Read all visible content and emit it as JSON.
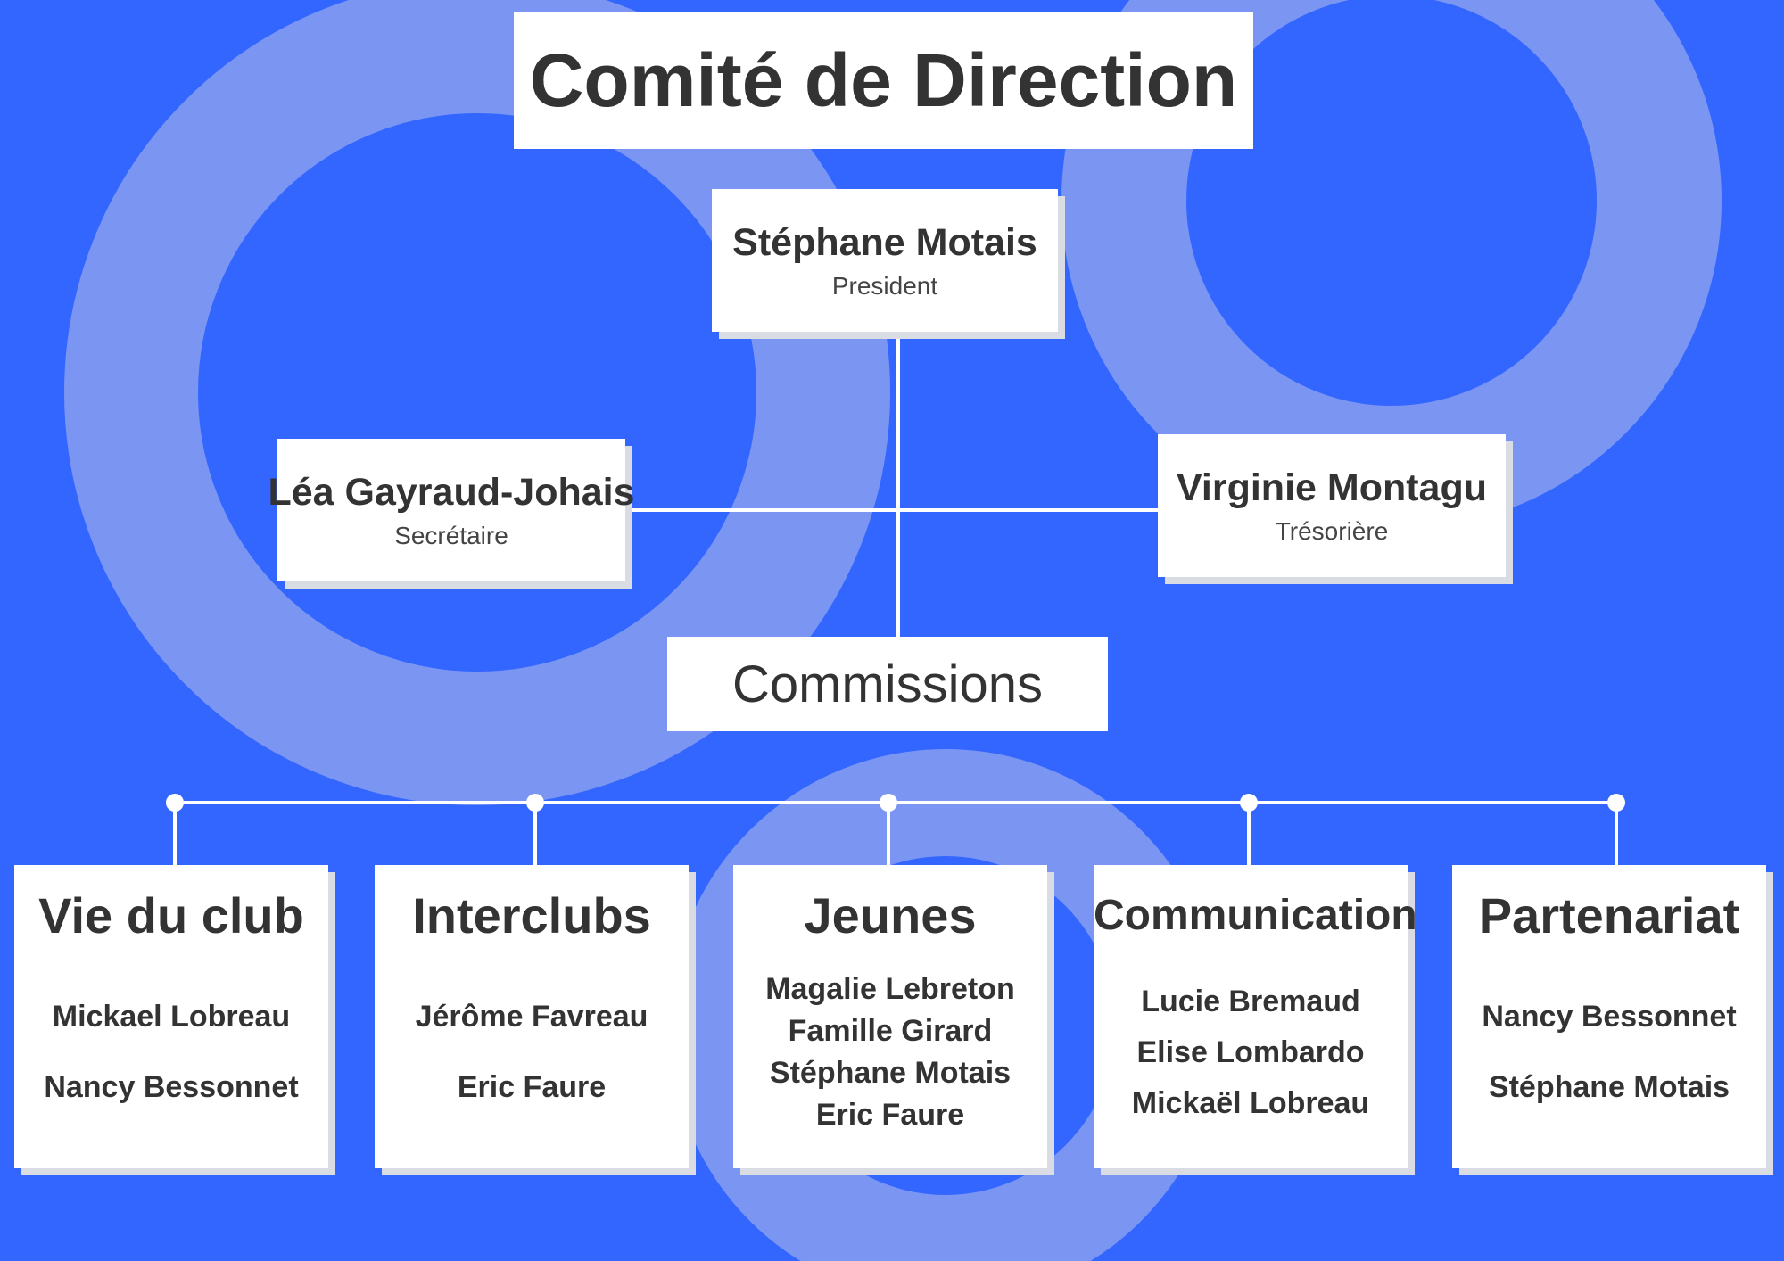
{
  "title": "Comité de Direction",
  "president": {
    "name": "Stéphane Motais",
    "role": "President"
  },
  "secretary": {
    "name": "Léa Gayraud-Johais",
    "role": "Secrétaire"
  },
  "treasurer": {
    "name": "Virginie Montagu",
    "role": "Trésorière"
  },
  "commissions_label": "Commissions",
  "commissions": [
    {
      "title": "Vie du club",
      "members": [
        "Mickael Lobreau",
        "Nancy Bessonnet"
      ]
    },
    {
      "title": "Interclubs",
      "members": [
        "Jérôme Favreau",
        "Eric Faure"
      ]
    },
    {
      "title": "Jeunes",
      "members": [
        "Magalie Lebreton",
        "Famille Girard",
        "Stéphane Motais",
        "Eric Faure"
      ]
    },
    {
      "title": "Communication",
      "members": [
        "Lucie Bremaud",
        "Elise Lombardo",
        "Mickaël Lobreau"
      ]
    },
    {
      "title": "Partenariat",
      "members": [
        "Nancy Bessonnet",
        "Stéphane Motais"
      ]
    }
  ],
  "colors": {
    "background": "#3366ff",
    "ring": "#7b95f2",
    "box": "#ffffff",
    "line": "#ffffff",
    "text": "#333333"
  }
}
